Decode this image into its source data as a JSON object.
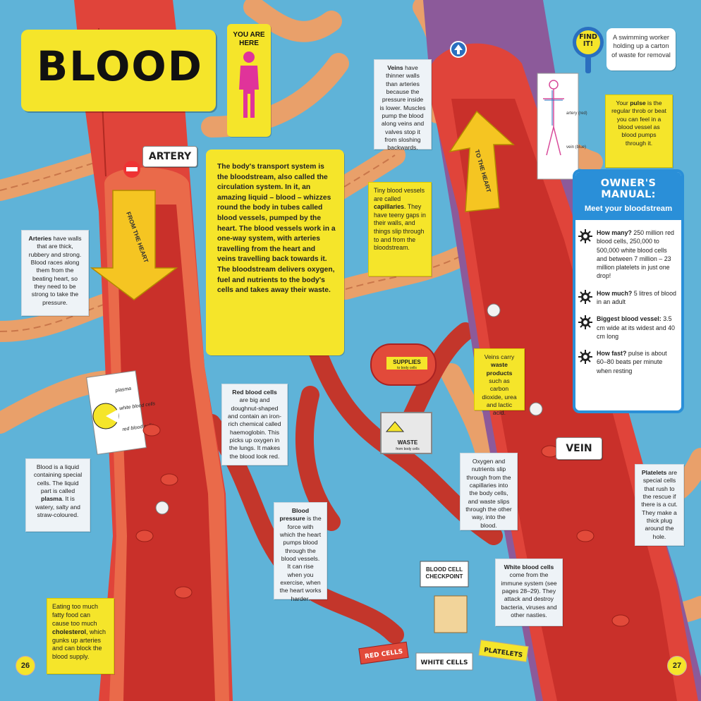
{
  "title": "BLOOD",
  "you_are_here": [
    "YOU ARE",
    "HERE"
  ],
  "labels": {
    "artery": "ARTERY",
    "vein": "VEIN",
    "from_the_heart": "FROM THE HEART",
    "to_the_heart": "TO THE HEART",
    "supplies": "SUPPLIES",
    "supplies_sub": "to body cells",
    "waste": "WASTE",
    "waste_sub": "from body cells",
    "checkpoint": [
      "BLOOD CELL",
      "CHECKPOINT"
    ],
    "red_cells": "RED CELLS",
    "white_cells": "WHITE CELLS",
    "platelets": "PLATELETS",
    "diagram_plasma": "plasma",
    "diagram_white": "white blood cells",
    "diagram_red": "red blood cells",
    "diagram_artery": "artery (red)",
    "diagram_vein": "vein (blue)"
  },
  "intro": "The body's transport system is the bloodstream, also called the circulation system. In it, an amazing liquid – blood – whizzes round the body in tubes called blood vessels, pumped by the heart. The blood vessels work in a one-way system, with arteries travelling from the heart and veins travelling back towards it. The bloodstream delivers oxygen, fuel and nutrients to the body's cells and takes away their waste.",
  "notes": {
    "arteries": {
      "bold": "Arteries",
      "text": " have walls that are thick, rubbery and strong. Blood races along them from the beating heart, so they need to be strong to take the pressure."
    },
    "blood_liquid": {
      "pre": "Blood is a liquid containing special cells. The liquid part is called ",
      "bold": "plasma",
      "post": ". It is watery, salty and straw-coloured."
    },
    "cholesterol": {
      "pre": "Eating too much fatty food can cause too much ",
      "bold": "cholesterol",
      "post": ", which gunks up arteries and can block the blood supply."
    },
    "red_cells": {
      "bold": "Red blood cells",
      "text": " are big and doughnut-shaped and contain an iron-rich chemical called haemoglobin. This picks up oxygen in the lungs. It makes the blood look red."
    },
    "pressure": {
      "bold": "Blood pressure",
      "text": " is the force with which the heart pumps blood through the blood vessels. It can rise when you exercise, when the heart works harder."
    },
    "veins": {
      "bold": "Veins",
      "text": " have thinner walls than arteries because the pressure inside is lower. Muscles pump the blood along veins and valves stop it from sloshing backwards."
    },
    "capillaries": {
      "pre": "Tiny blood vessels are called ",
      "bold": "capillaries",
      "post": ". They have teeny gaps in their walls, and things slip through to and from the bloodstream."
    },
    "waste": {
      "pre": "Veins carry ",
      "bold": "waste products",
      "post": " such as carbon dioxide, urea and lactic acid."
    },
    "oxygen": {
      "text": "Oxygen and nutrients slip through from the capillaries into the body cells, and waste slips through the other way, into the blood."
    },
    "white_cells": {
      "bold": "White blood cells",
      "text": " come from the immune system (see pages 28–29). They attack and destroy bacteria, viruses and other nasties."
    },
    "platelets": {
      "bold": "Platelets",
      "text": " are special cells that rush to the rescue if there is a cut. They make a thick plug around the hole."
    },
    "pulse": {
      "pre": "Your ",
      "bold": "pulse",
      "post": " is the regular throb or beat you can feel in a blood vessel as blood pumps through it."
    }
  },
  "find_it": {
    "badge": [
      "FIND",
      "IT!"
    ],
    "text": "A swimming worker holding up a carton of waste for removal"
  },
  "manual": {
    "heading": "OWNER'S MANUAL:",
    "subheading": "Meet your bloodstream",
    "facts": [
      {
        "q": "How many?",
        "a": " 250 million red blood cells, 250,000 to 500,000 white blood cells and between 7 million – 23 million platelets in just one drop!"
      },
      {
        "q": "How much?",
        "a": " 5 litres of blood in an adult"
      },
      {
        "q": "Biggest blood vessel:",
        "a": " 3.5 cm wide at its widest and 40 cm long"
      },
      {
        "q": "How fast?",
        "a": " pulse is about 60–80 beats per minute when resting"
      }
    ]
  },
  "page_left": "26",
  "page_right": "27",
  "colors": {
    "background": "#5fb3d8",
    "yellow": "#f5e52a",
    "blood": "#d83a2e",
    "vessel_wall": "#e96a45",
    "manual_blue": "#2a8fd8",
    "capillary": "#e9a06a"
  }
}
